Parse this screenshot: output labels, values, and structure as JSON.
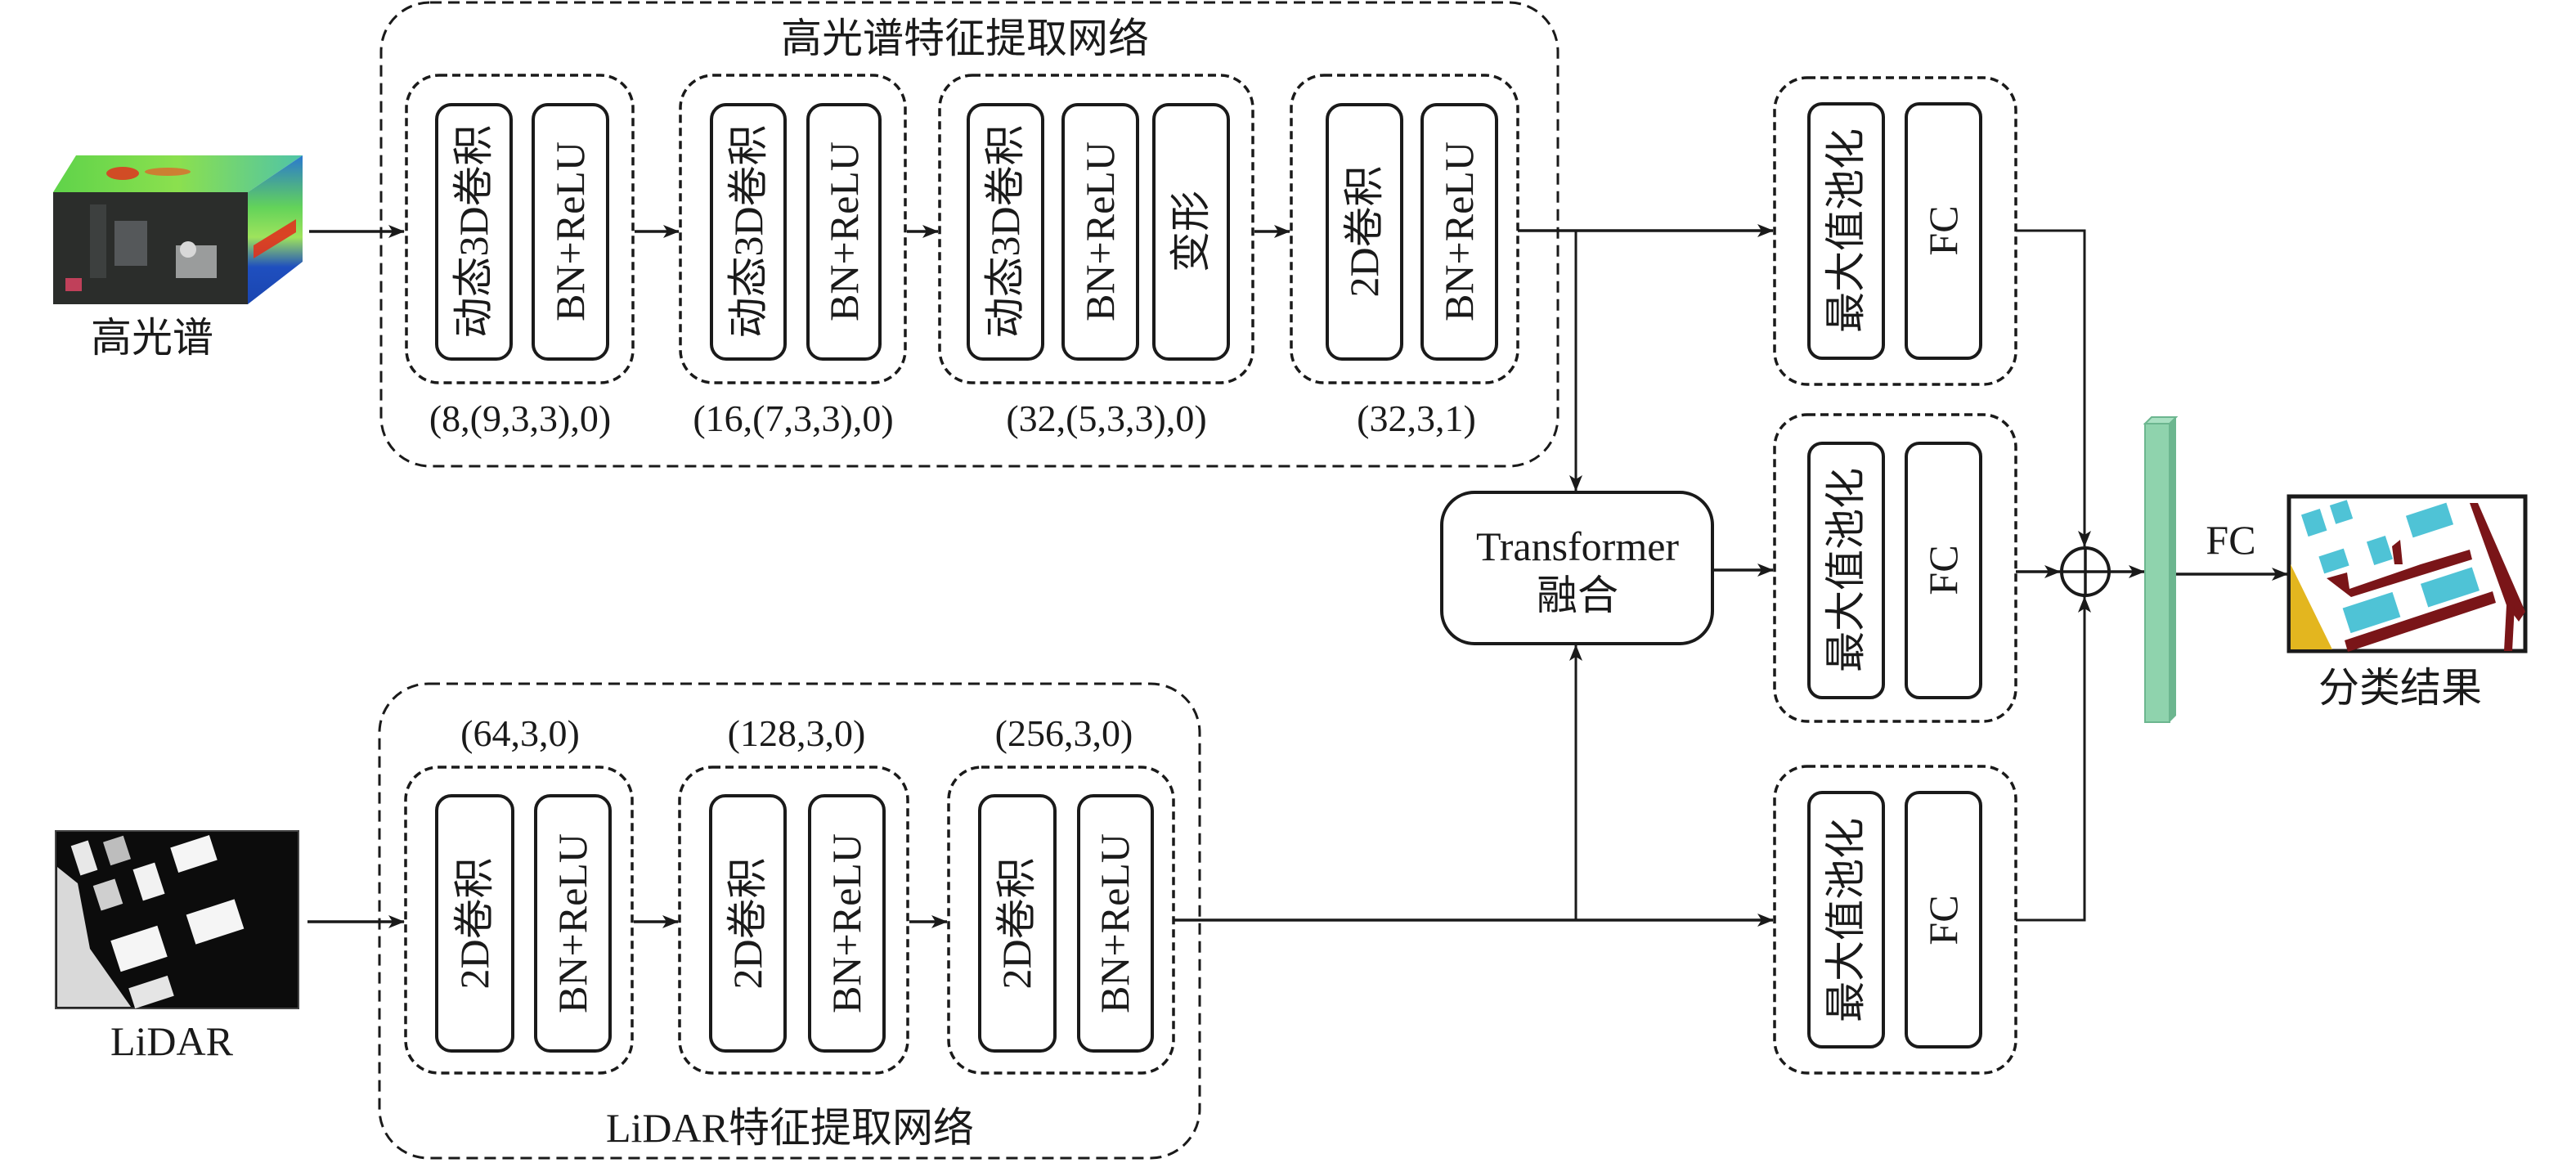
{
  "inputs": {
    "hyperspectral_label": "高光谱",
    "lidar_label": "LiDAR"
  },
  "hs_network": {
    "title": "高光谱特征提取网络",
    "stages": [
      {
        "blocks": [
          "动态3D卷积",
          "BN+ReLU"
        ],
        "params": "(8,(9,3,3),0)"
      },
      {
        "blocks": [
          "动态3D卷积",
          "BN+ReLU"
        ],
        "params": "(16,(7,3,3),0)"
      },
      {
        "blocks": [
          "动态3D卷积",
          "BN+ReLU",
          "变形"
        ],
        "params": "(32,(5,3,3),0)"
      },
      {
        "blocks": [
          "2D卷积",
          "BN+ReLU"
        ],
        "params": "(32,3,1)"
      }
    ]
  },
  "lidar_network": {
    "title": "LiDAR特征提取网络",
    "stages": [
      {
        "blocks": [
          "2D卷积",
          "BN+ReLU"
        ],
        "params": "(64,3,0)"
      },
      {
        "blocks": [
          "2D卷积",
          "BN+ReLU"
        ],
        "params": "(128,3,0)"
      },
      {
        "blocks": [
          "2D卷积",
          "BN+ReLU"
        ],
        "params": "(256,3,0)"
      }
    ]
  },
  "fusion": {
    "line1": "Transformer",
    "line2": "融合"
  },
  "heads": [
    {
      "blocks": [
        "最大值池化",
        "FC"
      ]
    },
    {
      "blocks": [
        "最大值池化",
        "FC"
      ]
    },
    {
      "blocks": [
        "最大值池化",
        "FC"
      ]
    }
  ],
  "sum_symbol": "⊕",
  "output": {
    "fc_label": "FC",
    "result_label": "分类结果"
  },
  "colors": {
    "feature_bar": "#8fd3ad",
    "feature_bar_side": "#6cb68f",
    "map_building": "#4fc3d6",
    "map_road": "#7a1518",
    "map_ground": "#e3b61f",
    "cube_top": "#6fd84a",
    "cube_side": "#1f4fbf",
    "cube_hot": "#e0321e"
  }
}
